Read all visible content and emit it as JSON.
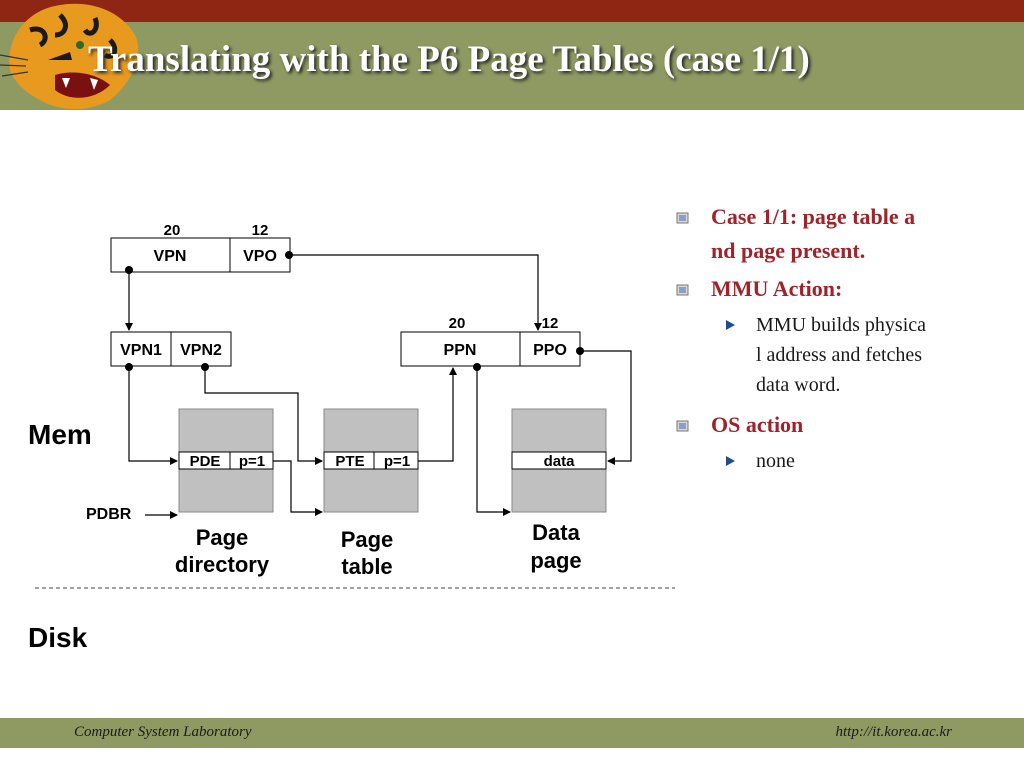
{
  "title": "Translating with the P6 Page Tables (case 1/1)",
  "footer": {
    "left": "Computer System Laboratory",
    "right": "http://it.korea.ac.kr"
  },
  "colors": {
    "top_bar": "#8e2613",
    "header_band": "#8f9a63",
    "bullet_heading": "#a0222a"
  },
  "diagram": {
    "va": {
      "bits_vpn": "20",
      "bits_vpo": "12",
      "vpn": "VPN",
      "vpo": "VPO"
    },
    "vpn_split": {
      "vpn1": "VPN1",
      "vpn2": "VPN2"
    },
    "pa": {
      "bits_ppn": "20",
      "bits_ppo": "12",
      "ppn": "PPN",
      "ppo": "PPO"
    },
    "mem_label": "Mem",
    "disk_label": "Disk",
    "pdbr": "PDBR",
    "page_directory": {
      "entry": "PDE",
      "flag": "p=1",
      "caption_line1": "Page",
      "caption_line2": "directory"
    },
    "page_table": {
      "entry": "PTE",
      "flag": "p=1",
      "caption_line1": "Page",
      "caption_line2": "table"
    },
    "data_page": {
      "entry": "data",
      "caption_line1": "Data",
      "caption_line2": "page"
    }
  },
  "bullets": [
    {
      "text_line1": "Case 1/1: page table a",
      "text_line2": "nd page present."
    },
    {
      "text": "MMU Action:",
      "sub": [
        "MMU builds physica",
        "l address and fetches",
        "data word."
      ]
    },
    {
      "text": "OS action",
      "sub": [
        "none"
      ]
    }
  ]
}
